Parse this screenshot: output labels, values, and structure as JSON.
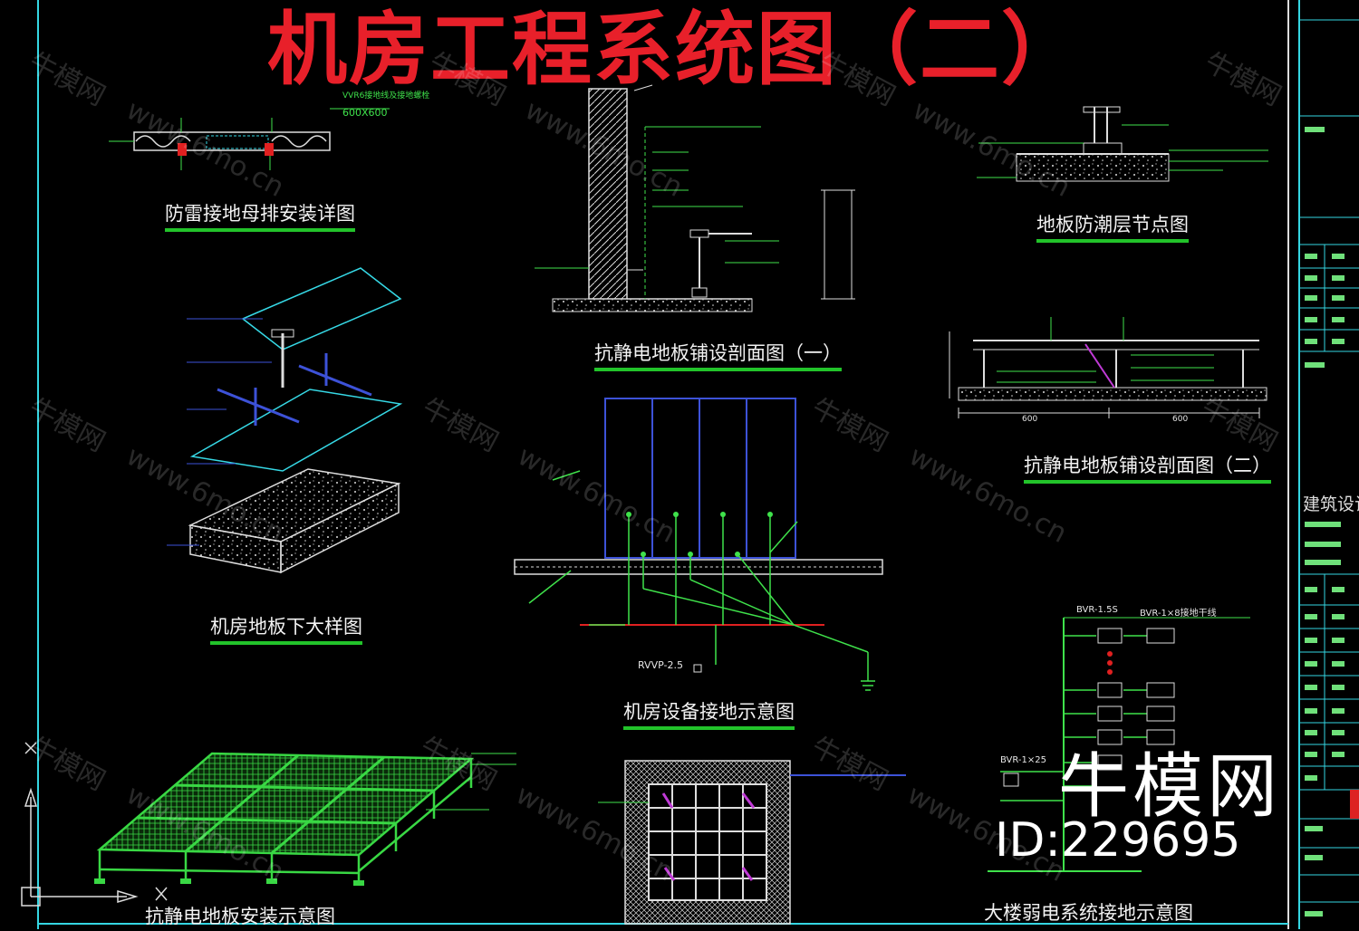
{
  "title": "机房工程系统图（二）",
  "captions": {
    "lightning": "防雷接地母排安装详图",
    "section1": "抗静电地板铺设剖面图（一）",
    "moisture": "地板防潮层节点图",
    "detail": "机房地板下大样图",
    "section2": "抗静电地板铺设剖面图（二）",
    "equipment": "机房设备接地示意图",
    "install": "抗静电地板安装示意图",
    "building": "大楼弱电系统接地示意图"
  },
  "labels": {
    "vvr_top": "VVR6接地线及接地螺栓",
    "size_top": "600X600",
    "rvvp": "RVVP-2.5",
    "bvr1": "BVR-1.5S",
    "bvr2": "BVR-1×8接地干线",
    "bvr3": "BVR-1×25",
    "dim1": "600",
    "dim2": "600"
  },
  "titleblock": {
    "design": "建筑设计"
  },
  "watermark": {
    "site": "牛模网",
    "url": "www.6mo.cn"
  },
  "brand": {
    "name": "牛模网",
    "id": "ID:229695"
  }
}
